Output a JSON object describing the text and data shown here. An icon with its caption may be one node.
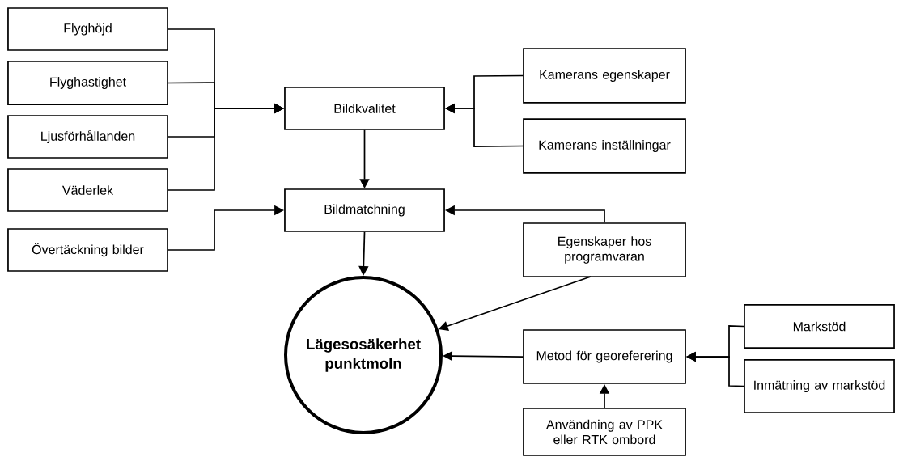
{
  "diagram": {
    "nodes": [
      {
        "text": [
          "Flyghöjd"
        ]
      },
      {
        "text": [
          "Flyghastighet"
        ]
      },
      {
        "text": [
          "Ljusförhållanden"
        ]
      },
      {
        "text": [
          "Väderlek"
        ]
      },
      {
        "text": [
          "Övertäckning bilder"
        ]
      },
      {
        "text": [
          "Bildkvalitet"
        ]
      },
      {
        "text": [
          "Kamerans egenskaper"
        ]
      },
      {
        "text": [
          "Kamerans inställningar"
        ]
      },
      {
        "text": [
          "Bildmatchning"
        ]
      },
      {
        "text": [
          "Egenskaper hos programvaran"
        ]
      },
      {
        "text": [
          "Lägesosäkerhet punktmoln"
        ]
      },
      {
        "text": [
          "Metod för georeferering"
        ]
      },
      {
        "text": [
          "Användning av PPK eller RTK ombord"
        ]
      },
      {
        "text": [
          "Markstöd"
        ]
      },
      {
        "text": [
          "Inmätning av markstöd"
        ]
      }
    ],
    "edges": [
      {
        "from": 0,
        "to": 5,
        "arrow": "to"
      },
      {
        "from": 1,
        "to": 5,
        "arrow": "to"
      },
      {
        "from": 2,
        "to": 5,
        "arrow": "to"
      },
      {
        "from": 3,
        "to": 5,
        "arrow": "to"
      },
      {
        "from": 6,
        "to": 5,
        "arrow": "to"
      },
      {
        "from": 7,
        "to": 5,
        "arrow": "to"
      },
      {
        "from": 5,
        "to": 8,
        "arrow": "to"
      },
      {
        "from": 4,
        "to": 8,
        "arrow": "to"
      },
      {
        "from": 9,
        "to": 8,
        "arrow": "to"
      },
      {
        "from": 8,
        "to": 10,
        "arrow": "to"
      },
      {
        "from": 9,
        "to": 10,
        "arrow": "to"
      },
      {
        "from": 11,
        "to": 10,
        "arrow": "to"
      },
      {
        "from": 13,
        "to": 11,
        "arrow": "to"
      },
      {
        "from": 14,
        "to": 11,
        "arrow": "to"
      },
      {
        "from": 12,
        "to": 11,
        "arrow": "to"
      }
    ]
  }
}
